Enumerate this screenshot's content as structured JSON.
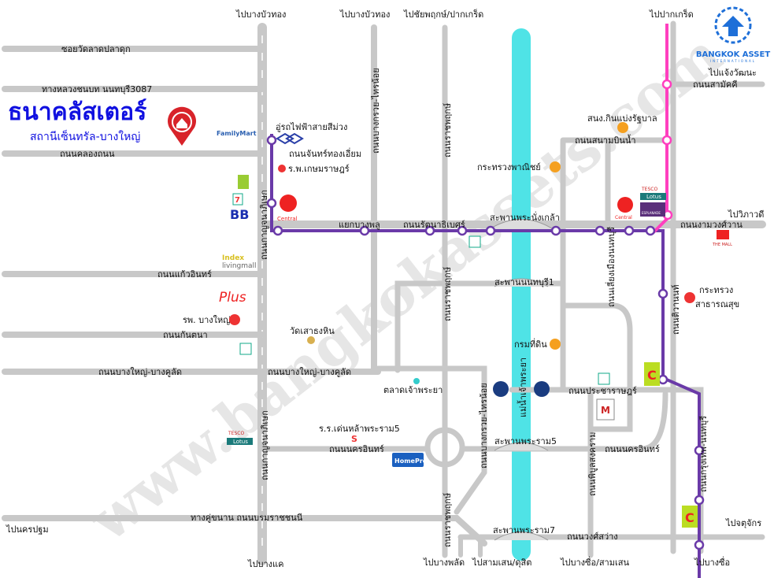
{
  "project": {
    "name": "ธนาคลัสเตอร์",
    "subtitle": "สถานีเซ็นทรัล-บางใหญ่"
  },
  "logo": {
    "name": "BANGKOK ASSET",
    "tag": "INTERNATIONAL"
  },
  "watermark": "www.bangkokassets.com",
  "colors": {
    "road": "#c8c8c8",
    "river": "#4fe3e6",
    "purple_line": "#6a3aa8",
    "pink_line": "#ff3fbf",
    "title": "#1010e0",
    "pin": "#d8232a"
  },
  "directions": {
    "n1": "ไปบางบัวทอง",
    "n2": "ไปบางบัวทอง",
    "n3": "ไปชัยพฤกษ์/ปากเกร็ด",
    "n4": "ไปปากเกร็ด",
    "e1": "ไปแจ้งวัฒนะ",
    "e2": "ไปวิภาวดี",
    "e3": "ไปจตุจักร",
    "w1": "ไปนครปฐม",
    "s1": "ไปบางแค",
    "s2": "ไปบางพลัด",
    "s3": "ไปสามเสน/ดุสิต",
    "s4": "ไปบางซื่อ/สามเสน",
    "s5": "ไปบางซื่อ"
  },
  "roads": {
    "r1": "ซอยวัดลาดปลาดุก",
    "r2": "ทางหลวงชนบท นนทบุรี3087",
    "r3": "ถนนคลองถนน",
    "r4": "ถนนจันทร์ทองเอี่ยม",
    "r5": "ถนนกาญจนาภิเษก",
    "r6": "ถนนบางกรวย-ไทรน้อย",
    "r7": "ถนนราชพฤกษ์",
    "r8": "แยกบางพลู",
    "r9": "ถนนรัตนาธิเบศร์",
    "r10": "ถนนแก้วอินทร์",
    "r11": "ถนนกันตนา",
    "r12": "ถนนบางใหญ่-บางคูลัด",
    "r13": "ถนนบางใหญ่-บางคูลัด",
    "r14": "ถนนนครอินทร์",
    "r15": "ทางคู่ขนาน ถนนบรมราชชนนี",
    "r16": "ถนนสามัคคี",
    "r17": "ถนนสนามบินน้ำ",
    "r18": "ถนนงามวงศ์วาน",
    "r19": "ถนนเลี่ยงเมืองนนทบุรี",
    "r20": "ถนนติวานนท์",
    "r21": "ถนนประชาราษฎร์",
    "r22": "ถนนพิบูลสงคราม",
    "r23": "ถนนนครอินทร์",
    "r24": "ถนนกรุงเทพ-นนทบุรี",
    "r25": "ถนนวงศ์สว่าง",
    "r26": "ถนนบางกรวย-ไทรน้อย",
    "r27": "ถนนราชพฤกษ์",
    "r28": "ถนนราชพฤกษ์",
    "r29": "ถนนกาญจนาภิเษก",
    "river": "แม่น้ำเจ้าพระยา"
  },
  "bridges": {
    "b1": "สะพานพระนั่งเกล้า",
    "b2": "สะพานนนทบุรี1",
    "b3": "สะพานพระราม5",
    "b4": "สะพานพระราม7"
  },
  "places": {
    "depot": "อู่รถไฟฟ้าสายสีม่วง",
    "hosp1": "ร.พ.เกษมราษฎร์",
    "hosp2": "รพ. บางใหญ่",
    "temple": "วัดเสาธงหิน",
    "market": "ตลาดเจ้าพระยา",
    "school": "ร.ร.เด่นหล้าพระราม5",
    "gov": "สนง.กินแบ่งรัฐบาล",
    "commerce": "กระทรวงพาณิชย์",
    "land": "กรมที่ดิน",
    "health1": "กระทรวง",
    "health2": "สาธารณสุข"
  },
  "brands": {
    "familymart": "FamilyMart",
    "central": "Central",
    "index1": "Index",
    "index2": "livingmall",
    "plus": "Plus",
    "bb": "BB",
    "tesco": "TESCO",
    "lotus": "Lotus",
    "homepro": "HomePro",
    "mall": "THE MALL",
    "esplanade": "ESPLANADE",
    "seven": "7"
  }
}
